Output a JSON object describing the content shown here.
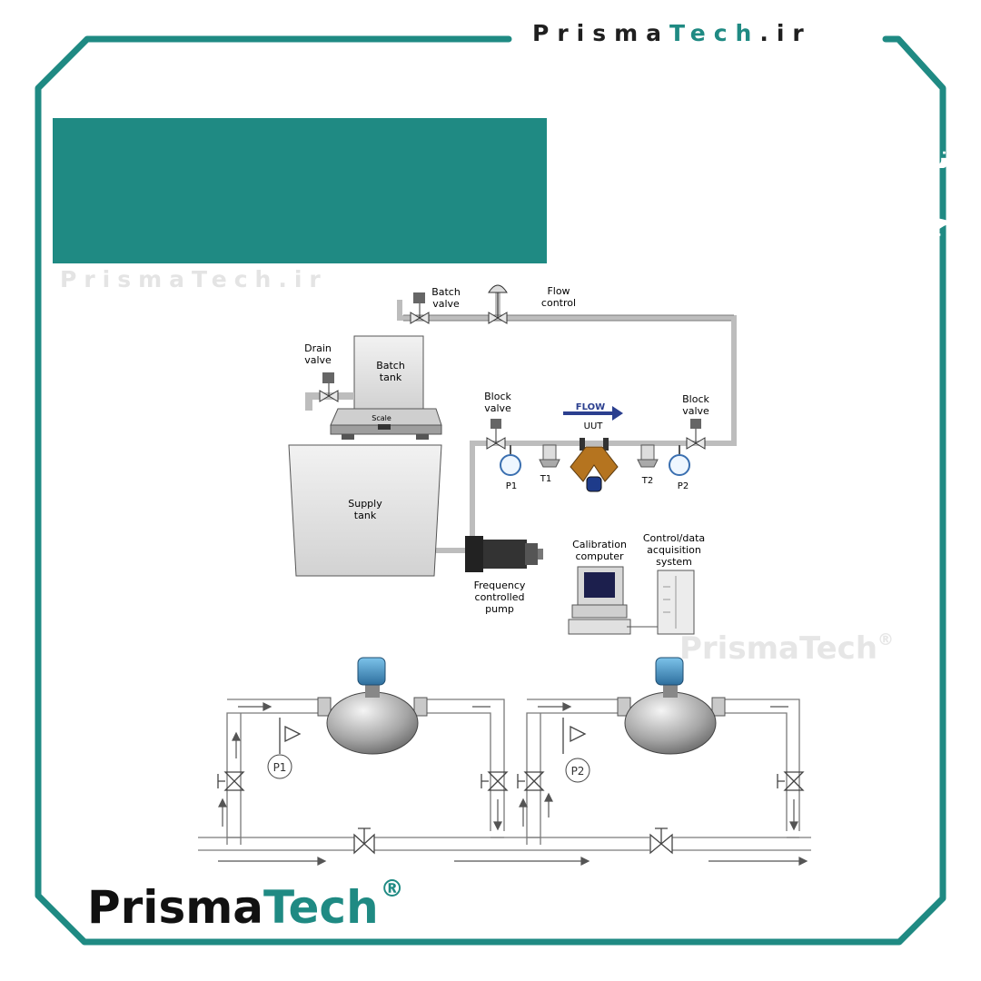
{
  "brand": {
    "site_top": {
      "main": "Prisma",
      "accent": "Tech",
      "tld": ".ir"
    },
    "watermark_mid": "PrismaTech.ir",
    "watermark_right": {
      "text": "PrismaTech",
      "mark": "®"
    },
    "logo": {
      "part1": "Prisma",
      "part2": "Tech",
      "mark": "®"
    }
  },
  "title": {
    "line1": "نصب فلومتر کوریولیس",
    "line2": "چگونه است؟"
  },
  "diagram": {
    "batch_valve": [
      "Batch",
      "valve"
    ],
    "flow_control": [
      "Flow",
      "control"
    ],
    "drain_valve": [
      "Drain",
      "valve"
    ],
    "batch_tank": [
      "Batch",
      "tank"
    ],
    "scale": "Scale",
    "supply_tank": [
      "Supply",
      "tank"
    ],
    "block_valve_left": [
      "Block",
      "valve"
    ],
    "block_valve_right": [
      "Block",
      "valve"
    ],
    "flow": "FLOW",
    "uut": "UUT",
    "p1": "P1",
    "t1": "T1",
    "t2": "T2",
    "p2": "P2",
    "pump": [
      "Frequency",
      "controlled",
      "pump"
    ],
    "calibration_computer": [
      "Calibration",
      "computer"
    ],
    "control_system": [
      "Control/data",
      "acquisition",
      "system"
    ],
    "gauge_p1": "P1",
    "gauge_p2": "P2"
  },
  "colors": {
    "accent": "#1f8a83",
    "frame": "#1f8a83",
    "pipe": "#c8c8c8",
    "flow_arrow": "#2b3f8f",
    "sensor_body": "#9a9a9a",
    "transmitter": "#3a8fc4"
  }
}
